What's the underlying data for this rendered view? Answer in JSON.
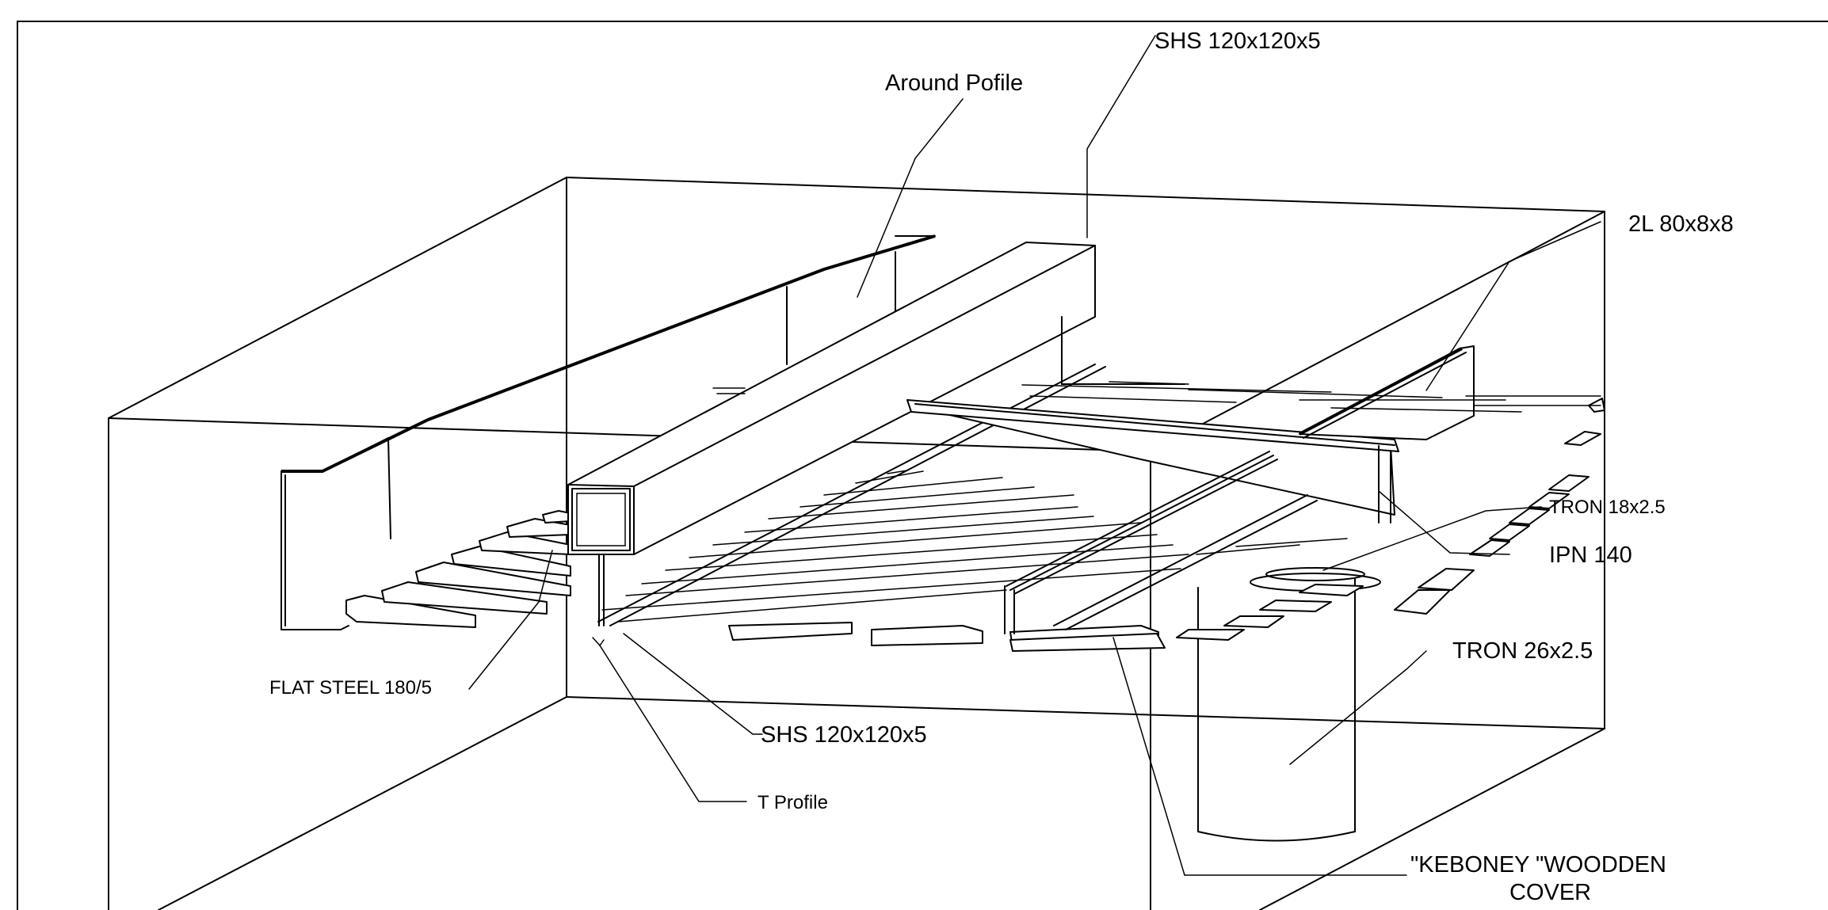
{
  "labels": {
    "shs_top": "SHS 120x120x5",
    "around_profile": "Around Pofile",
    "two_l": "2L 80x8x8",
    "tron18": "TRON 18x2.5",
    "ipn": "IPN 140",
    "tron26": "TRON 26x2.5",
    "keboney_line1": "\"KEBONEY \"WOODDEN",
    "keboney_line2": "COVER",
    "flat_steel": "FLAT STEEL 180/5",
    "shs_bottom": "SHS 120x120x5",
    "t_profile": "T Profile"
  }
}
